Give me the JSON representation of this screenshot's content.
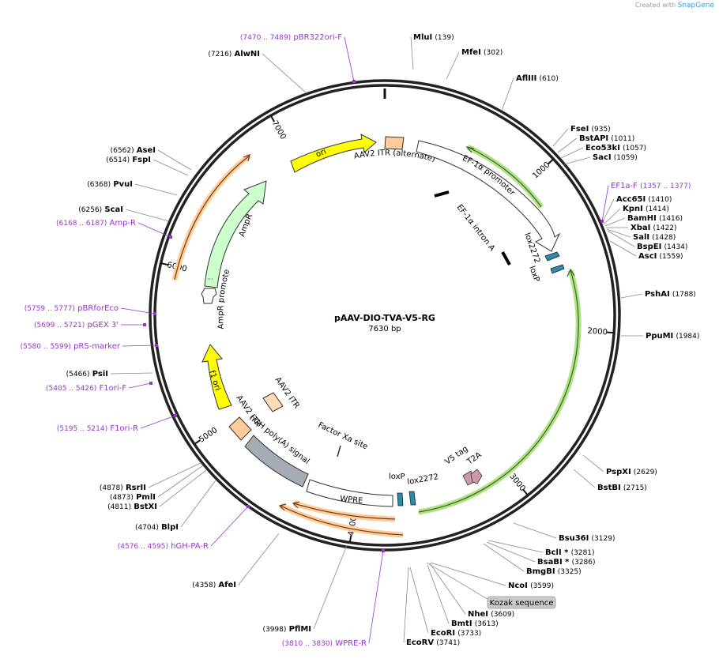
{
  "header": {
    "credit_prefix": "Created with",
    "credit_brand": "SnapGene"
  },
  "plasmid": {
    "name": "pAAV-DIO-TVA-V5-RG",
    "size": "7630 bp",
    "length": 7630
  },
  "ticks": [
    "1000",
    "2000",
    "3000",
    "4000",
    "5000",
    "6000",
    "7000"
  ],
  "sites": [
    {
      "name": "MluI",
      "pos": "(139)"
    },
    {
      "name": "MfeI",
      "pos": "(302)"
    },
    {
      "name": "AflIII",
      "pos": "(610)"
    },
    {
      "name": "FseI",
      "pos": "(935)"
    },
    {
      "name": "BstAPI",
      "pos": "(1011)"
    },
    {
      "name": "Eco53kI",
      "pos": "(1057)"
    },
    {
      "name": "SacI",
      "pos": "(1059)"
    },
    {
      "name": "Acc65I",
      "pos": "(1410)"
    },
    {
      "name": "KpnI",
      "pos": "(1414)"
    },
    {
      "name": "BamHI",
      "pos": "(1416)"
    },
    {
      "name": "XbaI",
      "pos": "(1422)"
    },
    {
      "name": "SalI",
      "pos": "(1428)"
    },
    {
      "name": "BspEI",
      "pos": "(1434)"
    },
    {
      "name": "AscI",
      "pos": "(1559)"
    },
    {
      "name": "PshAI",
      "pos": "(1788)"
    },
    {
      "name": "PpuMI",
      "pos": "(1984)"
    },
    {
      "name": "PspXI",
      "pos": "(2629)"
    },
    {
      "name": "BstBI",
      "pos": "(2715)"
    },
    {
      "name": "Bsu36I",
      "pos": "(3129)"
    },
    {
      "name": "BclI *",
      "pos": "(3281)"
    },
    {
      "name": "BsaBI *",
      "pos": "(3286)"
    },
    {
      "name": "BmgBI",
      "pos": "(3325)"
    },
    {
      "name": "NcoI",
      "pos": "(3599)"
    },
    {
      "name": "NheI",
      "pos": "(3609)"
    },
    {
      "name": "BmtI",
      "pos": "(3613)"
    },
    {
      "name": "EcoRI",
      "pos": "(3733)"
    },
    {
      "name": "EcoRV",
      "pos": "(3741)"
    },
    {
      "name": "PflMI",
      "pos": "(3998)"
    },
    {
      "name": "AfeI",
      "pos": "(4358)"
    },
    {
      "name": "BlpI",
      "pos": "(4704)"
    },
    {
      "name": "BstXI",
      "pos": "(4811)"
    },
    {
      "name": "PmlI",
      "pos": "(4873)"
    },
    {
      "name": "RsrII",
      "pos": "(4878)"
    },
    {
      "name": "PsiI",
      "pos": "(5466)"
    },
    {
      "name": "ScaI",
      "pos": "(6256)"
    },
    {
      "name": "PvuI",
      "pos": "(6368)"
    },
    {
      "name": "FspI",
      "pos": "(6514)"
    },
    {
      "name": "AseI",
      "pos": "(6562)"
    },
    {
      "name": "AlwNI",
      "pos": "(7216)"
    }
  ],
  "primers": [
    {
      "name": "pBR322ori-F",
      "pos": "(7470 .. 7489)"
    },
    {
      "name": "EF1a-F",
      "pos": "(1357 .. 1377)"
    },
    {
      "name": "WPRE-R",
      "pos": "(3810 .. 3830)"
    },
    {
      "name": "hGH-PA-R",
      "pos": "(4576 .. 4595)"
    },
    {
      "name": "F1ori-R",
      "pos": "(5195 .. 5214)"
    },
    {
      "name": "F1ori-F",
      "pos": "(5405 .. 5426)"
    },
    {
      "name": "pRS-marker",
      "pos": "(5580 .. 5599)"
    },
    {
      "name": "pGEX 3'",
      "pos": "(5699 .. 5721)"
    },
    {
      "name": "pBRforEco",
      "pos": "(5759 .. 5777)"
    },
    {
      "name": "Amp-R",
      "pos": "(6168 .. 6187)"
    }
  ],
  "features": [
    "ori",
    "AAV2 ITR (alternate)",
    "EF-1α promoter",
    "EF-1α intron A",
    "lox2272",
    "loxP",
    "AmpR",
    "AmpR promoter",
    "f1 ori",
    "AAV2 ITR",
    "AAV2 ITR",
    "hGH poly(A) signal",
    "Factor Xa site",
    "WPRE",
    "loxP",
    "lox2272",
    "V5 tag",
    "T2A"
  ],
  "kozak": "Kozak sequence",
  "colors": {
    "primer": "#9933cc",
    "ori": "#ffff00",
    "promoter": "#ffffff",
    "ampr": "#ccffcc",
    "itr": "#ffcc99",
    "polyA": "#a6acb3",
    "orf": "#99cc66",
    "loxp": "#2f8aa8",
    "tag": "#cc99aa",
    "kozak": "#c7c9cc"
  }
}
